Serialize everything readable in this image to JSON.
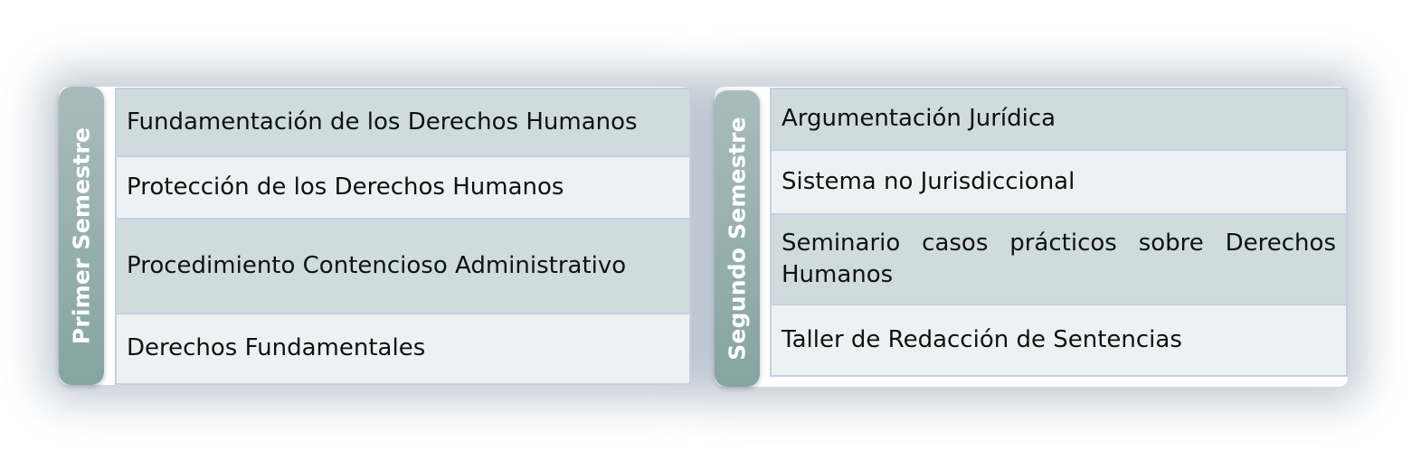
{
  "semesters": [
    {
      "label": "Primer Semestre",
      "courses": [
        "Fundamentación de los Derechos Humanos",
        "Protección de los Derechos Humanos",
        "Procedimiento Contencioso Administrativo",
        "Derechos Fundamentales"
      ]
    },
    {
      "label": "Segundo Semestre",
      "courses": [
        "Argumentación Jurídica",
        "Sistema no Jurisdiccional",
        "Seminario casos prácticos sobre Derechos Humanos",
        "Taller de Redacción de Sentencias"
      ]
    }
  ],
  "colors": {
    "tab_top": "#a8bcbb",
    "tab_bottom": "#86a4a2",
    "row_dark": "#cfdcdd",
    "row_light": "#ecf1f2",
    "border": "#c7d0e3",
    "text": "#111111"
  }
}
